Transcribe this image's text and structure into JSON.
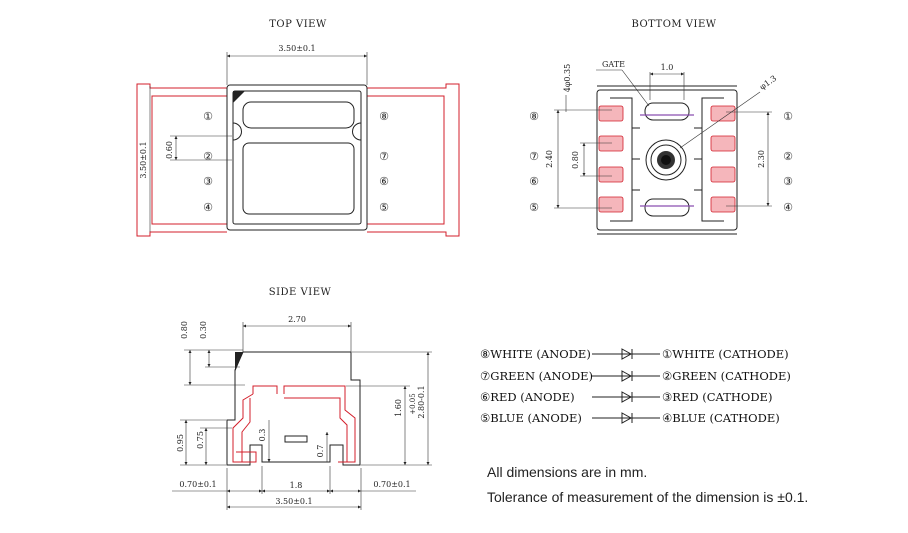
{
  "views": {
    "top": "TOP VIEW",
    "bottom": "BOTTOM VIEW",
    "side": "SIDE VIEW"
  },
  "top_view": {
    "width_dim": "3.50±0.1",
    "height_dim": "3.50±0.1",
    "pitch_dim": "0.60",
    "pins_left": [
      "①",
      "②",
      "③",
      "④"
    ],
    "pins_right": [
      "⑧",
      "⑦",
      "⑥",
      "⑤"
    ]
  },
  "bottom_view": {
    "gate": "GATE",
    "dim_1_0": "1.0",
    "dim_phi": "φ1.3",
    "dim_4phi": "4φ0.35",
    "dim_2_40": "2.40",
    "dim_0_80": "0.80",
    "dim_2_30": "2.30",
    "pins_left": [
      "⑧",
      "⑦",
      "⑥",
      "⑤"
    ],
    "pins_right": [
      "①",
      "②",
      "③",
      "④"
    ]
  },
  "side_view": {
    "dim_2_70": "2.70",
    "dim_0_80": "0.80",
    "dim_0_30": "0.30",
    "dim_1_60": "1.60",
    "dim_height": "2.80-0.1",
    "dim_height_tol": "+0.05",
    "dim_0_95": "0.95",
    "dim_0_75": "0.75",
    "dim_0_3": "0.3",
    "dim_0_7": "0.7",
    "dim_left": "0.70±0.1",
    "dim_right": "0.70±0.1",
    "dim_1_8": "1.8",
    "dim_total": "3.50±0.1"
  },
  "legend": [
    {
      "anode": "⑧WHITE  (ANODE)",
      "cathode": "①WHITE  (CATHODE)"
    },
    {
      "anode": "⑦GREEN  (ANODE)",
      "cathode": "②GREEN  (CATHODE)"
    },
    {
      "anode": "⑥RED  (ANODE)",
      "cathode": "③RED  (CATHODE)"
    },
    {
      "anode": "⑤BLUE  (ANODE)",
      "cathode": "④BLUE  (CATHODE)"
    }
  ],
  "notes": {
    "units": "All dimensions are in mm.",
    "tolerance": "Tolerance of measurement of the dimension is ±0.1."
  },
  "colors": {
    "outline": "#222222",
    "lead": "#d31f2b",
    "pad": "#f5b6bb"
  }
}
